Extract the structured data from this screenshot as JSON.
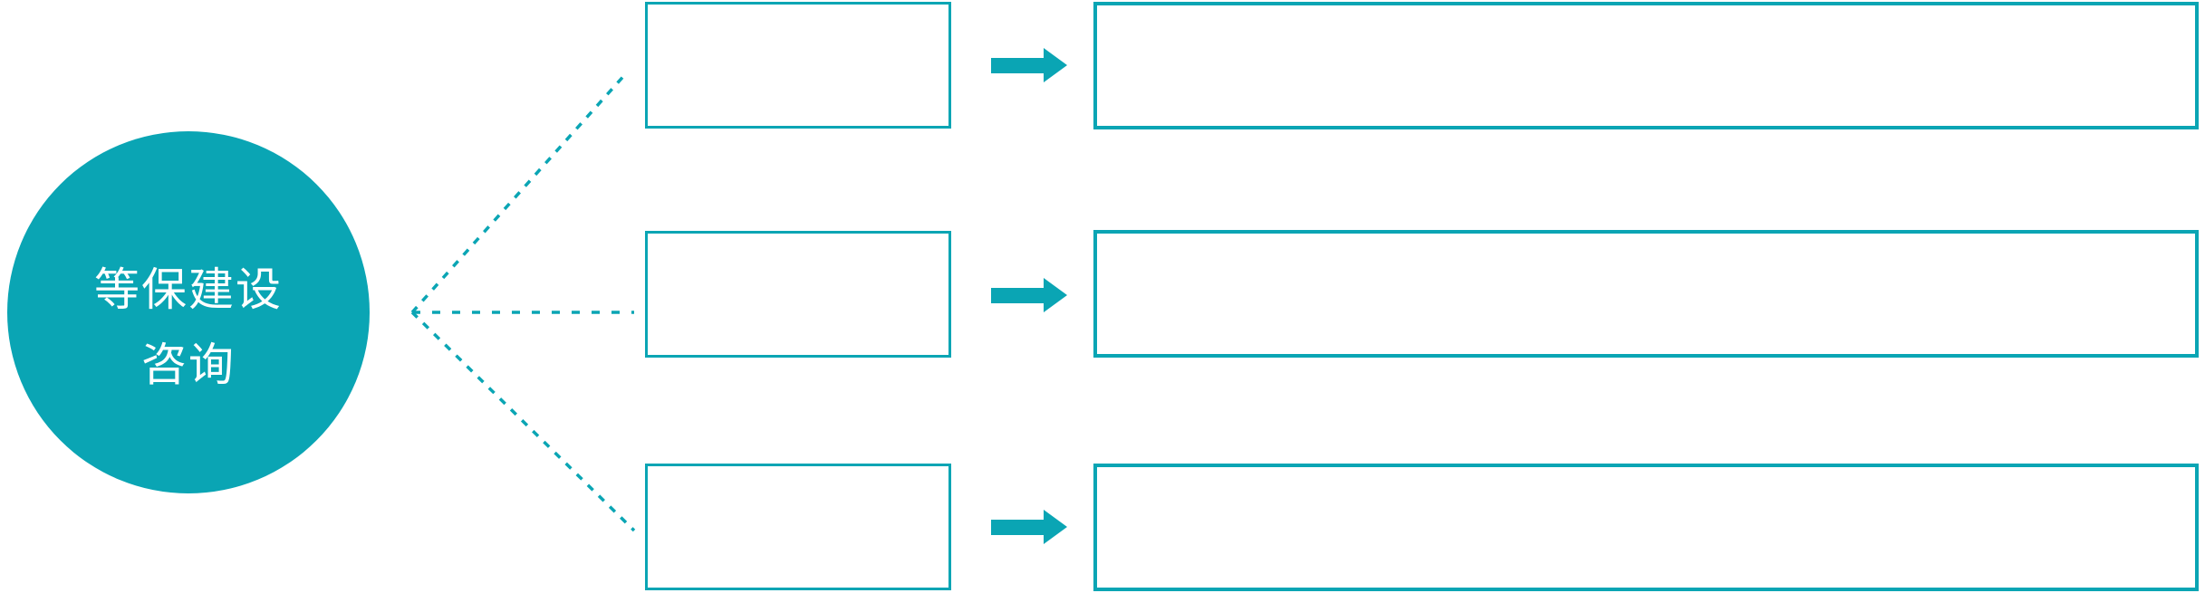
{
  "diagram": {
    "accent_color": "#0aa5b4",
    "background_color": "#ffffff",
    "text_color": "#ffffff",
    "circle_node": {
      "label_line1": "等保建设",
      "label_line2": "咨询"
    },
    "connector_style": "dotted",
    "branches": [
      {
        "small_box_text": "",
        "large_box_text": ""
      },
      {
        "small_box_text": "",
        "large_box_text": ""
      },
      {
        "small_box_text": "",
        "large_box_text": ""
      }
    ]
  }
}
